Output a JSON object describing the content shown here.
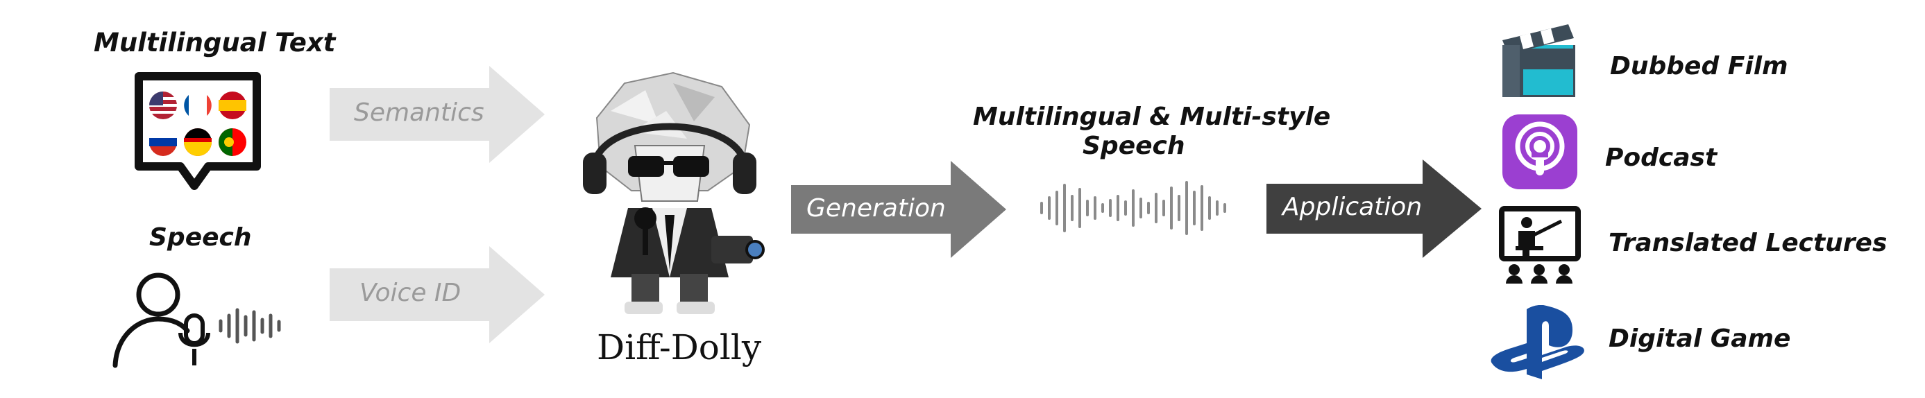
{
  "inputs": {
    "text_title": "Multilingual Text",
    "speech_title": "Speech"
  },
  "arrows": {
    "semantics": "Semantics",
    "voice_id": "Voice ID",
    "generation": "Generation",
    "application": "Application"
  },
  "model": {
    "name": "Diff-Dolly"
  },
  "output": {
    "title_line1": "Multilingual & Multi-style",
    "title_line2": "Speech"
  },
  "applications": [
    {
      "label": "Dubbed Film",
      "icon": "clapperboard-icon"
    },
    {
      "label": "Podcast",
      "icon": "podcast-icon"
    },
    {
      "label": "Translated Lectures",
      "icon": "lecture-icon"
    },
    {
      "label": "Digital Game",
      "icon": "playstation-icon"
    }
  ],
  "colors": {
    "input_arrow": "#e3e3e3",
    "input_arrow_text": "#9a9a9a",
    "generation_arrow": "#7a7a7a",
    "application_arrow": "#404040",
    "podcast": "#9b3fd1",
    "film_teal": "#22bcd0",
    "film_dark": "#3d4c58",
    "playstation": "#1a4fa0"
  }
}
